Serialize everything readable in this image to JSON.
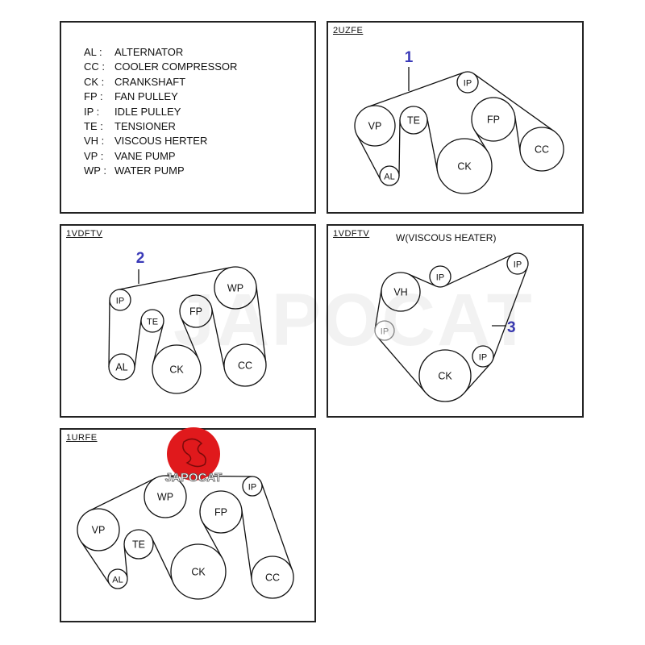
{
  "legend": [
    {
      "abbr": "AL :",
      "name": "ALTERNATOR"
    },
    {
      "abbr": "CC :",
      "name": "COOLER COMPRESSOR"
    },
    {
      "abbr": "CK :",
      "name": "CRANKSHAFT"
    },
    {
      "abbr": "FP :",
      "name": "FAN PULLEY"
    },
    {
      "abbr": "IP :",
      "name": "IDLE PULLEY"
    },
    {
      "abbr": "TE :",
      "name": "TENSIONER"
    },
    {
      "abbr": "VH :",
      "name": "VISCOUS HERTER"
    },
    {
      "abbr": "VP :",
      "name": "VANE PUMP"
    },
    {
      "abbr": "WP :",
      "name": "WATER PUMP"
    }
  ],
  "panels": [
    {
      "title": "2UZFE",
      "belt_number": "1",
      "pulleys": [
        "VP",
        "IP",
        "CC",
        "FP",
        "CK",
        "TE",
        "AL"
      ]
    },
    {
      "title": "1VDFTV",
      "belt_number": "2",
      "pulleys": [
        "IP",
        "WP",
        "CC",
        "FP",
        "CK",
        "TE",
        "AL"
      ]
    },
    {
      "title": "1VDFTV",
      "subtitle": "W(VISCOUS HEATER)",
      "belt_number": "3",
      "pulleys": [
        "VH",
        "IP",
        "IP",
        "IP",
        "CK",
        "IP"
      ]
    },
    {
      "title": "1URFE",
      "pulleys": [
        "VP",
        "WP",
        "IP",
        "CC",
        "FP",
        "CK",
        "TE",
        "AL"
      ]
    }
  ],
  "logo": {
    "text": "JAPOCAT",
    "color": "#e0191c"
  },
  "watermark": "JAPOCAT",
  "colors": {
    "belt_number": "#3a3ab8",
    "line": "#111111"
  }
}
